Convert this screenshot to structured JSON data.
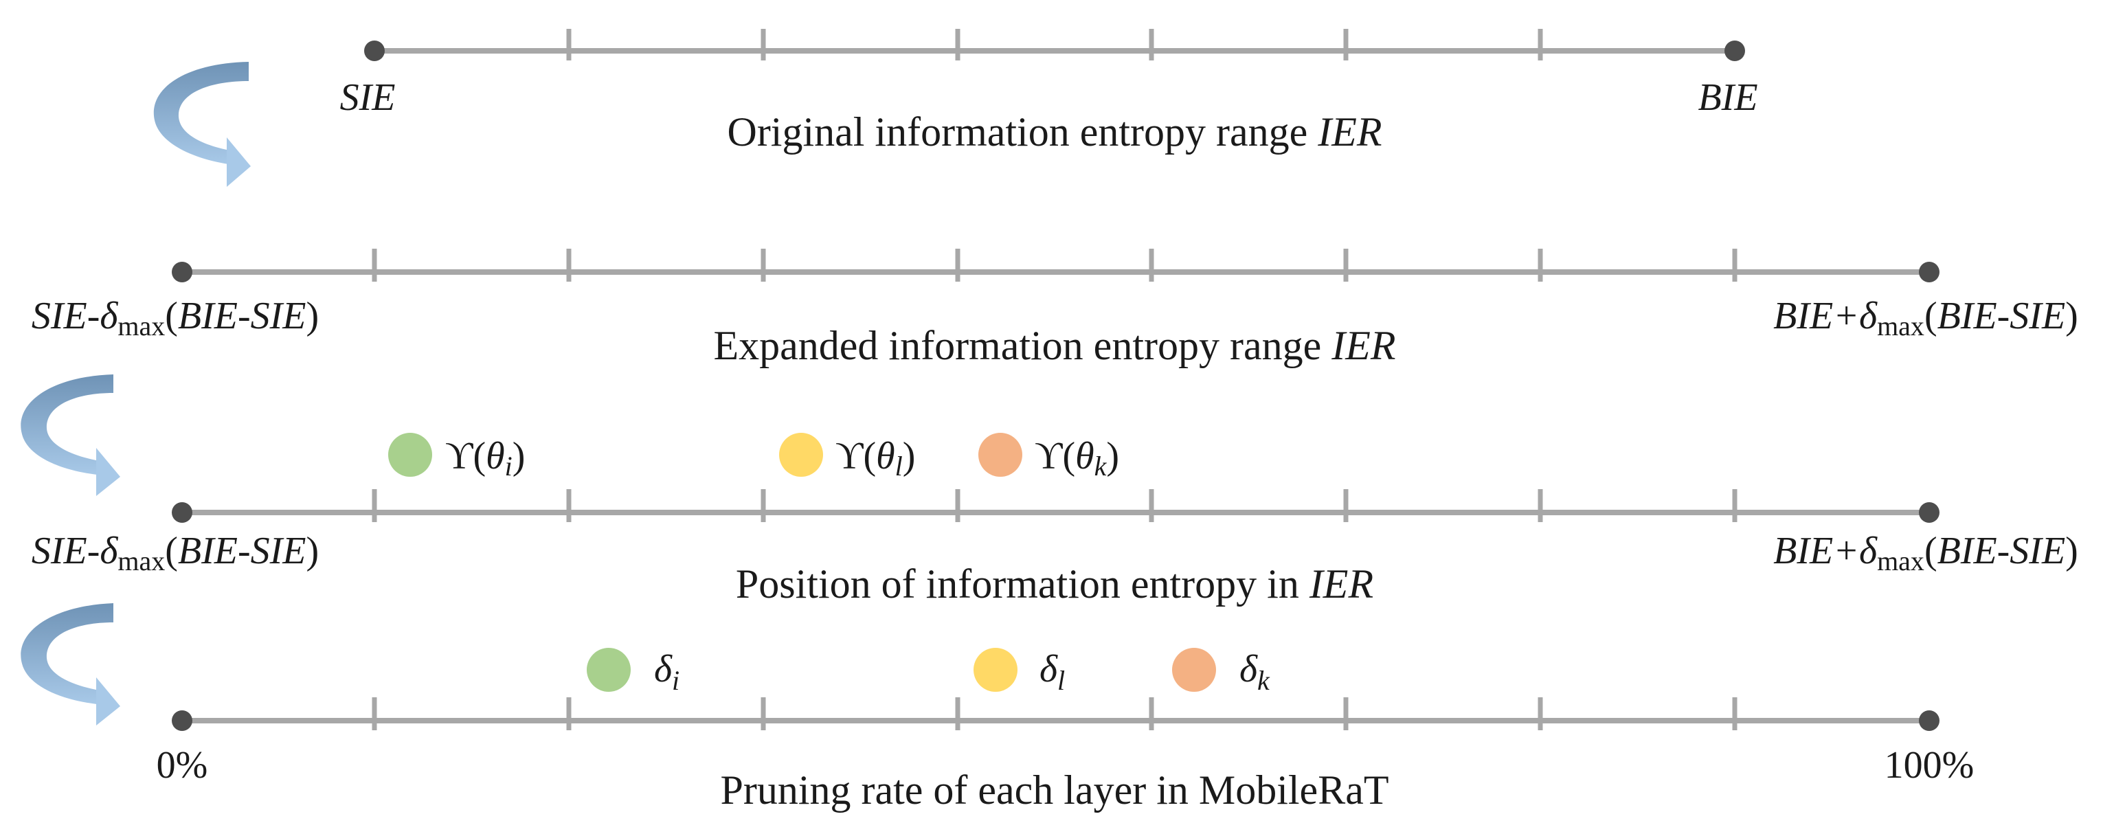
{
  "colors": {
    "axis": "#a7a7a7",
    "endpoint": "#4d4d4d",
    "arrow_dark": "#6f93b6",
    "arrow_light": "#a8c9e8",
    "green": "#a8d08d",
    "yellow": "#ffd966",
    "orange": "#f4b183"
  },
  "rows": [
    {
      "caption": {
        "text": "Original information entropy range ",
        "italic": "IER"
      },
      "left_label": "SIE",
      "right_label": "BIE"
    },
    {
      "caption": {
        "text": "Expanded information entropy range ",
        "italic": "IER"
      },
      "left_label": {
        "a": "SIE",
        "b": "-δ",
        "sub": "max",
        "c": "(",
        "d": "BIE-SIE",
        "e": ")"
      },
      "right_label": {
        "a": "BIE",
        "b": "+δ",
        "sub": "max",
        "c": "(",
        "d": "BIE-SIE",
        "e": ")"
      }
    },
    {
      "caption": {
        "text": "Position of information entropy in ",
        "italic": "IER"
      },
      "left_label": {
        "a": "SIE",
        "b": "-δ",
        "sub": "max",
        "c": "(",
        "d": "BIE-SIE",
        "e": ")"
      },
      "right_label": {
        "a": "BIE",
        "b": "+δ",
        "sub": "max",
        "c": "(",
        "d": "BIE-SIE",
        "e": ")"
      },
      "markers": [
        {
          "func": "ϒ(",
          "var": "θ",
          "sub": "i",
          "close": ")",
          "color": "green"
        },
        {
          "func": "ϒ(",
          "var": "θ",
          "sub": "l",
          "close": ")",
          "color": "yellow"
        },
        {
          "func": "ϒ(",
          "var": "θ",
          "sub": "k",
          "close": ")",
          "color": "orange"
        }
      ]
    },
    {
      "caption": {
        "text": "Pruning rate of each layer in MobileRaT",
        "italic": ""
      },
      "left_label": "0%",
      "right_label": "100%",
      "markers": [
        {
          "var": "δ",
          "sub": "i",
          "color": "green"
        },
        {
          "var": "δ",
          "sub": "l",
          "color": "yellow"
        },
        {
          "var": "δ",
          "sub": "k",
          "color": "orange"
        }
      ]
    }
  ]
}
